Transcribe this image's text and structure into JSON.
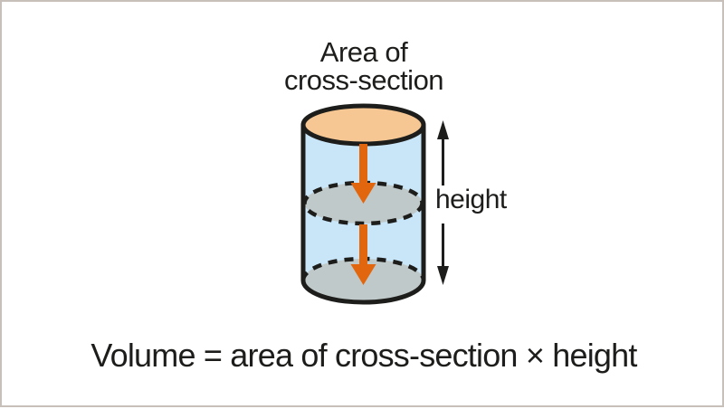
{
  "frame": {
    "background_color": "#FFFFFF",
    "border_color": "#C6BFBA"
  },
  "diagram": {
    "area_label": {
      "line1": "Area of",
      "line2": "cross-section"
    },
    "height_label": "height",
    "cylinder": {
      "top_face_color": "#F6C793",
      "body_color": "#C9E6F8",
      "cross_section_color": "#C0C9C9",
      "outline_color": "#1D1D1B",
      "arrow_color": "#E2660E",
      "dimension_color": "#1D1D1B"
    }
  },
  "formula": {
    "text": "Volume = area of cross-section × height"
  }
}
